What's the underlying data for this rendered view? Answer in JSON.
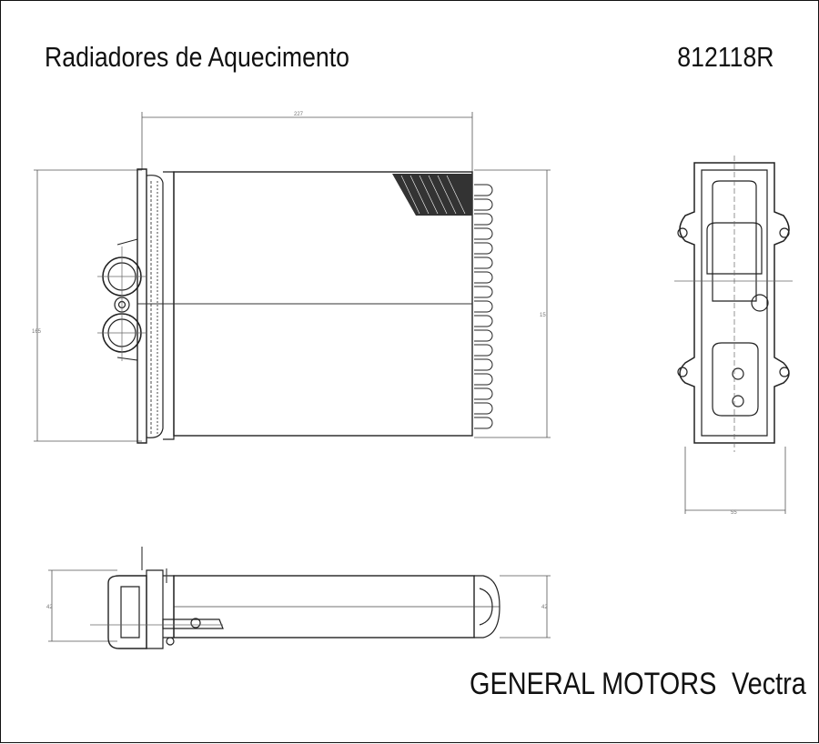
{
  "header": {
    "title": "Radiadores de Aquecimento",
    "part_number": "812118R"
  },
  "footer": {
    "make": "GENERAL",
    "make2": "MOTORS",
    "model": "Vectra"
  },
  "views": {
    "front": {
      "width_label": "227",
      "height_label_left": "165",
      "height_label_right": "15"
    },
    "side": {
      "width_label": "55"
    },
    "bottom": {
      "thickness_left": "42",
      "thickness_right": "42"
    }
  }
}
